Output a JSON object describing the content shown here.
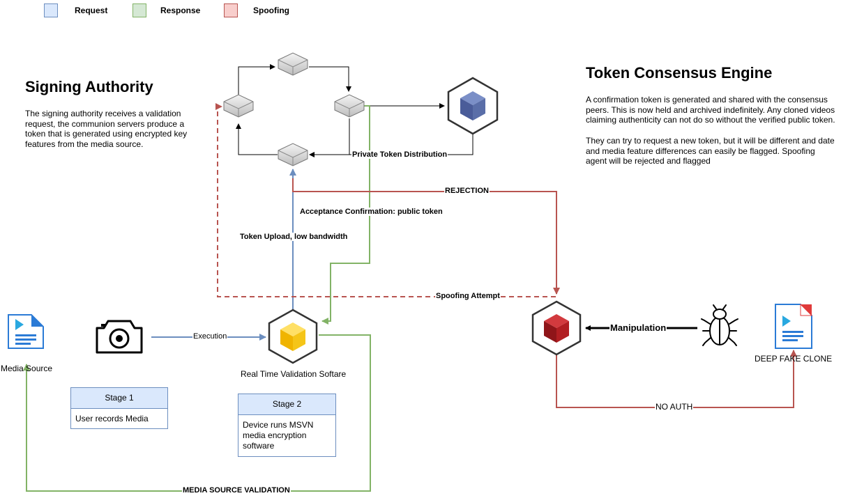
{
  "legend": [
    {
      "label": "Request",
      "fill": "#dae8fc",
      "stroke": "#6c8ebf"
    },
    {
      "label": "Response",
      "fill": "#d5e8d4",
      "stroke": "#82b366"
    },
    {
      "label": "Spoofing",
      "fill": "#f8cecc",
      "stroke": "#b85450"
    }
  ],
  "signing_authority": {
    "title": "Signing Authority",
    "description": "The signing authority receives a validation request, the communion servers produce a token that  is generated using encrypted key features from the media source."
  },
  "token_engine": {
    "title": "Token Consensus Engine",
    "description_1": "A confirmation token is generated and shared with the consensus peers. This is now held and archived indefinitely. Any cloned videos claiming authenticity can not do so without the verified public token.",
    "description_2": " They can try to request a new token, but it will be different and date and media feature differences can easily be flagged. Spoofing agent will be rejected and flagged"
  },
  "edge_labels": {
    "private_token": "Private Token Distribution",
    "rejection": "REJECTION",
    "acceptance": "Acceptance Confirmation: public token",
    "token_upload": "Token Upload, low bandwidth",
    "spoofing_attempt": "Spoofing Attempt",
    "execution": "Execution",
    "manipulation": "Manipulation",
    "no_auth": "NO AUTH",
    "media_validation": "MEDIA SOURCE VALIDATION"
  },
  "nodes": {
    "media_source": "Media Source",
    "realtime": "Real Time Validation Softare",
    "deepfake": "DEEP FAKE CLONE"
  },
  "stages": [
    {
      "title": "Stage 1",
      "body": "User records Media"
    },
    {
      "title": "Stage 2",
      "body": "Device runs MSVN media encryption software"
    }
  ],
  "colors": {
    "request": "#6c8ebf",
    "response": "#82b366",
    "spoofing": "#b85450",
    "cube_blue": "#5a6ea8",
    "cube_yellow": "#f5c518",
    "cube_red": "#b11e22"
  }
}
